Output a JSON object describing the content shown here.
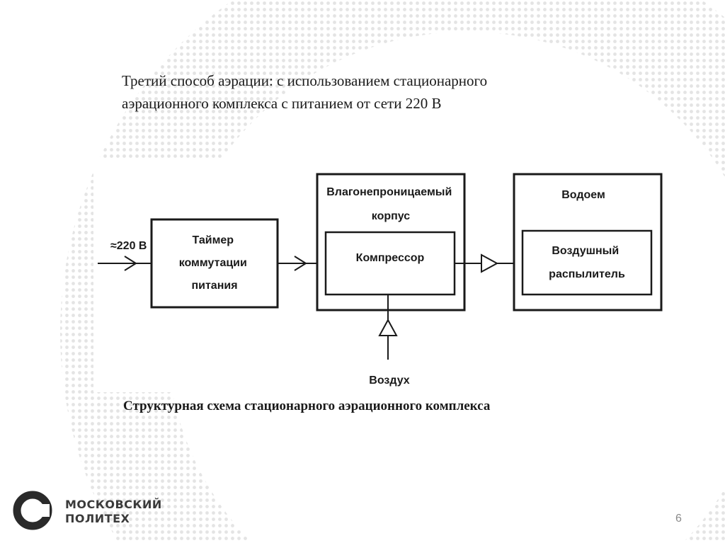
{
  "slide": {
    "title_lines": [
      "Третий способ аэрации: с использованием стационарного",
      "аэрационного комплекса с питанием от сети 220 В"
    ],
    "caption": "Структурная схема стационарного аэрационного комплекса",
    "page_number": "6"
  },
  "diagram": {
    "input_label": "≈220 В",
    "timer_lines": [
      "Таймер",
      "коммутации",
      "питания"
    ],
    "housing_lines": [
      "Влагонепроницаемый",
      "корпус"
    ],
    "compressor": "Компрессор",
    "pond": "Водоем",
    "sprayer_lines": [
      "Воздушный",
      "распылитель"
    ],
    "air": "Воздух"
  },
  "logo": {
    "lines": [
      "МОСКОВСКИЙ",
      "ПОЛИТЕХ"
    ]
  },
  "colors": {
    "line": "#1a1a1a",
    "dots": "#e6e6e6"
  }
}
